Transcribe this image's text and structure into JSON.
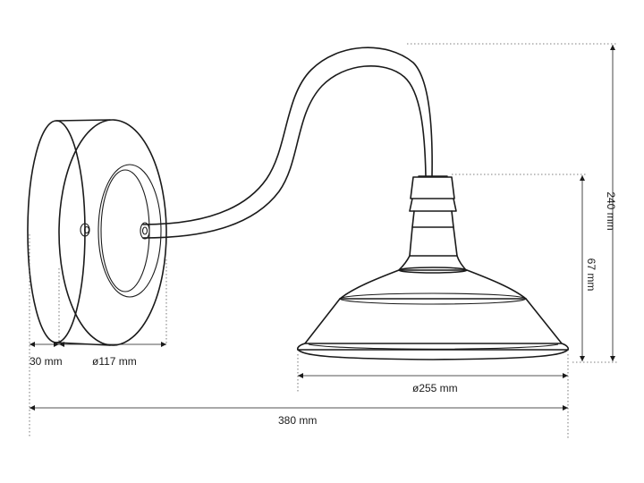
{
  "dimensions": {
    "base_depth": "30 mm",
    "base_diameter": "ø117 mm",
    "shade_diameter": "ø255 mm",
    "total_width": "380 mm",
    "shade_height": "67 mm",
    "total_height": "240 mm"
  },
  "colors": {
    "line": "#1a1a1a",
    "background": "#ffffff"
  }
}
